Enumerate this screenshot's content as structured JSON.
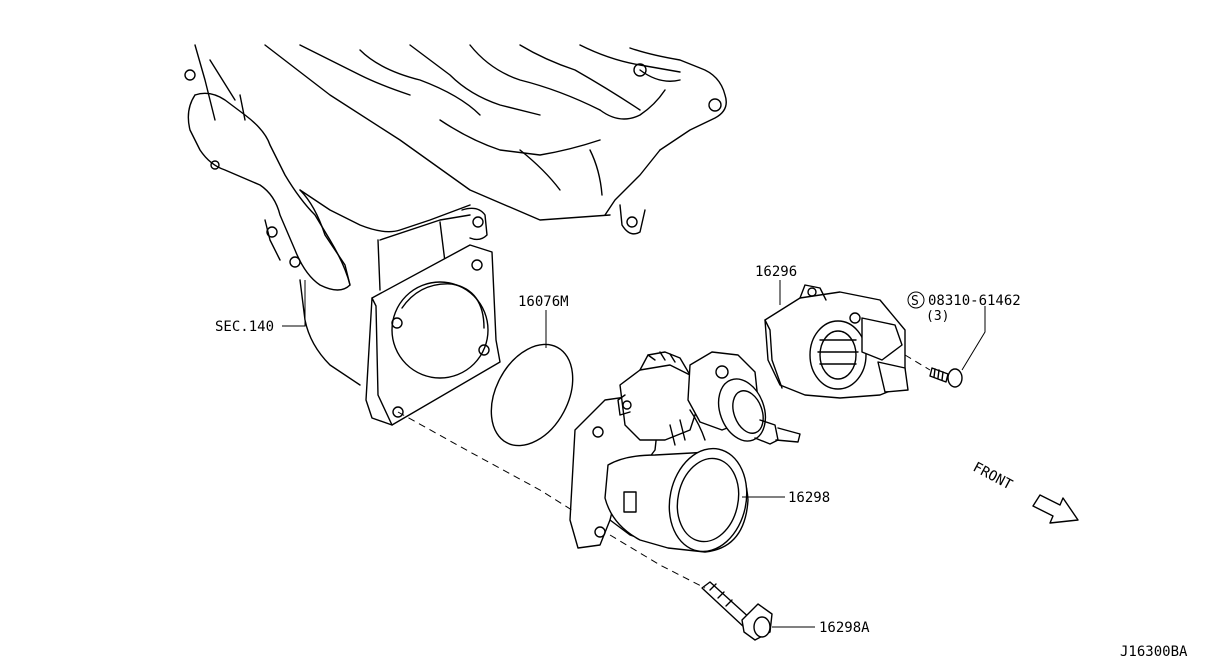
{
  "parts": {
    "manifold_ref": "SEC.140",
    "gasket": "16076M",
    "throttle_chamber": "16298",
    "sensor": "16296",
    "screw_number": "08310-61462",
    "screw_qty": "(3)",
    "screw_symbol": "S",
    "bolt": "16298A"
  },
  "direction_label": "FRONT",
  "diagram_code": "J16300BA"
}
